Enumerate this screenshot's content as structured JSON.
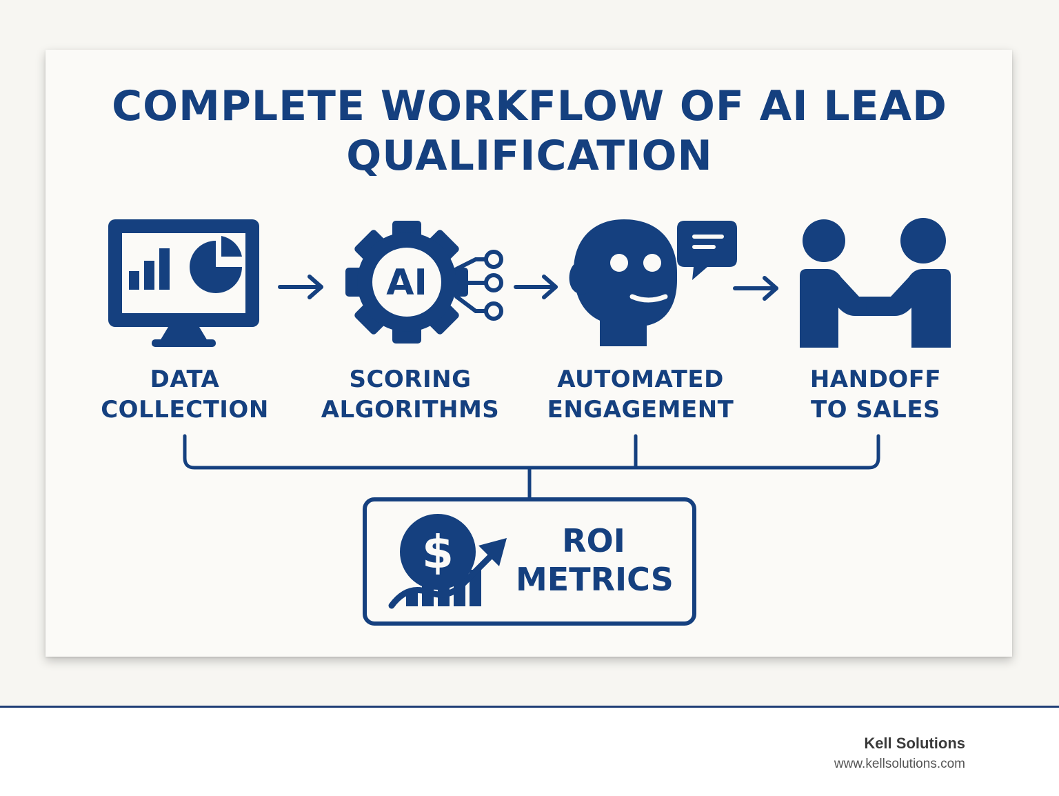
{
  "title": {
    "line1": "COMPLETE WORKFLOW OF AI LEAD",
    "line2": "QUALIFICATION"
  },
  "steps": [
    {
      "line1": "DATA",
      "line2": "COLLECTION",
      "icon": "monitor-chart-icon"
    },
    {
      "line1": "SCORING",
      "line2": "ALGORITHMS",
      "icon": "ai-gear-icon"
    },
    {
      "line1": "AUTOMATED",
      "line2": "ENGAGEMENT",
      "icon": "chatbot-head-icon"
    },
    {
      "line1": "HANDOFF",
      "line2": "TO SALES",
      "icon": "handshake-icon"
    }
  ],
  "gear_text": "AI",
  "roi": {
    "line1": "ROI",
    "line2": "METRICS",
    "icon": "dollar-growth-icon"
  },
  "brand": {
    "name": "Kell Solutions",
    "url": "www.kellsolutions.com",
    "icon": "cube-logo-icon"
  },
  "colors": {
    "primary": "#15407f",
    "background": "#fbfaf7",
    "logo": "#2b4fa3",
    "logo_accent": "#d8b15a"
  }
}
